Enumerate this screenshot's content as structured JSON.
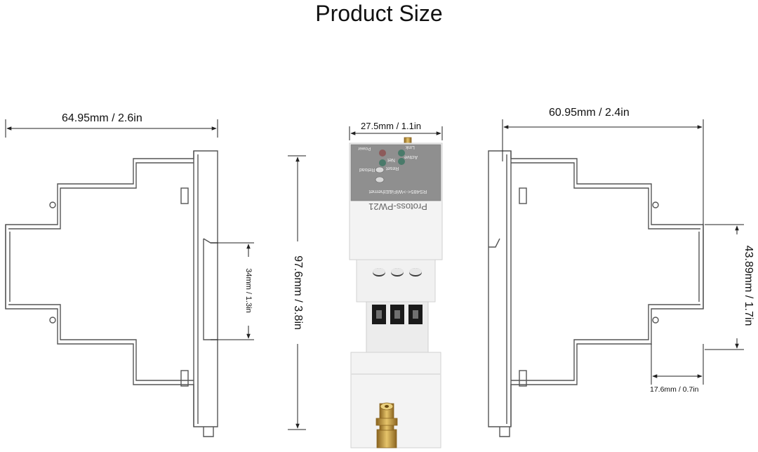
{
  "title": "Product Size",
  "dimensions": {
    "side_left_width": "64.95mm / 2.6in",
    "side_left_height": "97.6mm / 3.8in",
    "side_left_inner": "34mm / 1.3in",
    "front_width": "27.5mm / 1.1in",
    "side_right_width": "60.95mm / 2.4in",
    "side_right_height": "43.89mm / 1.7in",
    "side_right_bottom": "17.6mm / 0.7in"
  },
  "device_panel": {
    "model": "Protoss-PW21",
    "subtitle": "RS485<->WiFi&Ethernet",
    "led_labels": [
      "Link",
      "Active",
      "Net",
      "Power"
    ],
    "button_labels": [
      "Reset",
      "Reload"
    ]
  },
  "colors": {
    "outline": "#555555",
    "dimension_line": "#222222",
    "device_body": "#f2f2f2",
    "panel": "#8c8c8c",
    "terminal": "#1a1a1a",
    "antenna_gold": "#c8a040"
  }
}
